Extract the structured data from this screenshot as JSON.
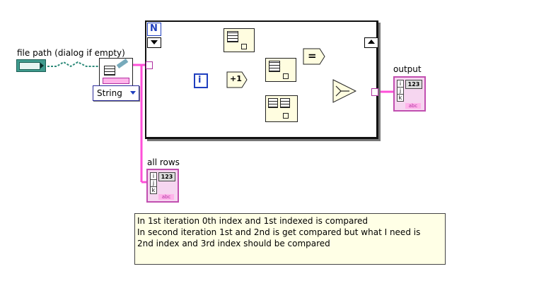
{
  "labels": {
    "file_path": "file path (dialog if empty)",
    "output": "output",
    "all_rows": "all rows",
    "string_selector": "String",
    "count_terminal": "N",
    "iteration_terminal": "i",
    "increment": "+1",
    "equal": "="
  },
  "comment": {
    "line1": "In 1st iteration 0th index and 1st indexed is compared",
    "line2": "In second iteration 1st and 2nd is get compared but what I need is",
    "line3": "2nd index and 3rd index should be compared"
  },
  "indicators": {
    "output_numeric": "123",
    "all_rows_numeric": "123",
    "abc": "abc",
    "index_i": "i",
    "index_j": "j",
    "index_k": "k"
  },
  "colors": {
    "string_wire": "#ff4fd8",
    "path_wire": "#2e8b7a",
    "numeric_wire": "#1f3fbf",
    "bool_wire": "#2e8b2e"
  }
}
